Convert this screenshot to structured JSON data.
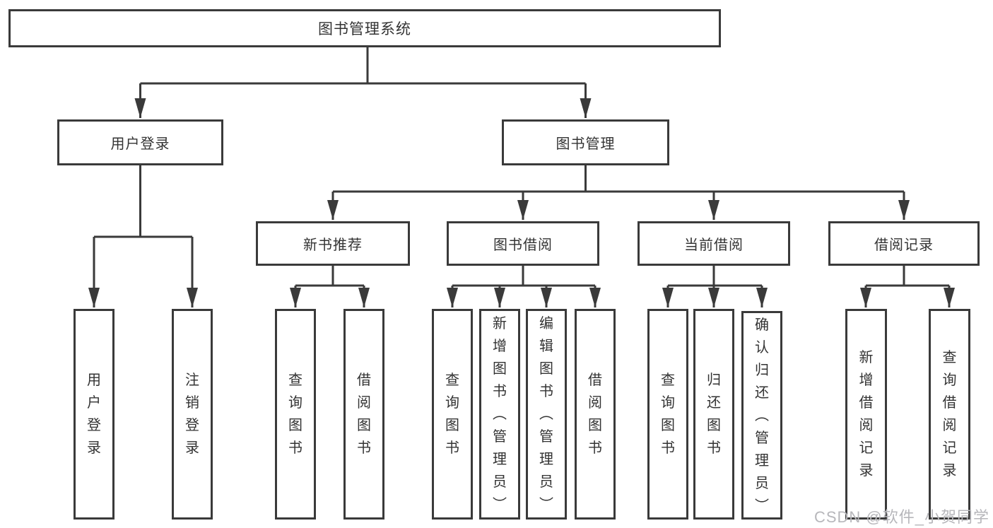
{
  "colors": {
    "line": "#3a3a3a",
    "node_border": "#3a3a3a",
    "text": "#333333",
    "watermark": "#b7b7bb",
    "background": "#ffffff"
  },
  "watermark": "CSDN @软件_小贺同学",
  "tree": {
    "root": "图书管理系统",
    "branches": [
      {
        "label": "用户登录",
        "children": [
          "用户登录",
          "注销登录"
        ]
      },
      {
        "label": "图书管理",
        "children": [
          {
            "label": "新书推荐",
            "children": [
              "查询图书",
              "借阅图书"
            ]
          },
          {
            "label": "图书借阅",
            "children": [
              "查询图书",
              "新增图书（管理员）",
              "编辑图书（管理员）",
              "借阅图书"
            ]
          },
          {
            "label": "当前借阅",
            "children": [
              "查询图书",
              "归还图书",
              "确认归还（管理员）"
            ]
          },
          {
            "label": "借阅记录",
            "children": [
              "新增借阅记录",
              "查询借阅记录"
            ]
          }
        ]
      }
    ]
  }
}
